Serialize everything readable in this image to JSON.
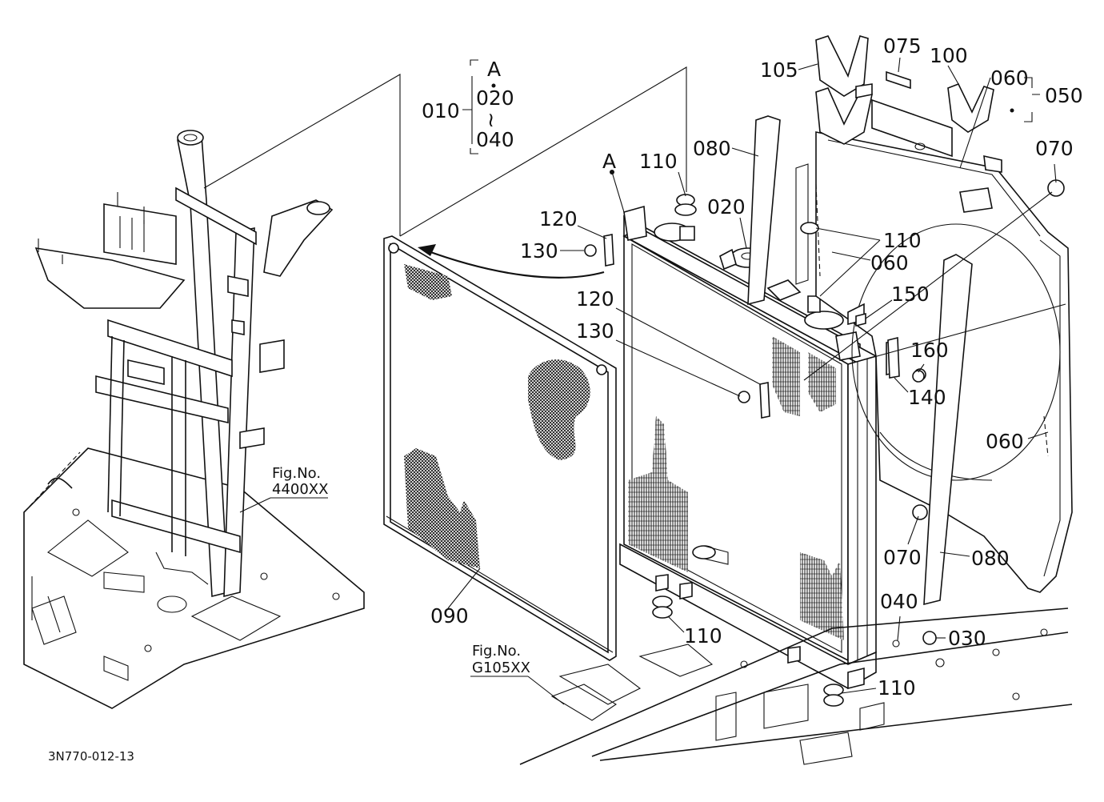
{
  "callouts": {
    "c010": "010",
    "cA_top": "A",
    "c020_top": "020",
    "c040_top": "040",
    "c105": "105",
    "c075": "075",
    "c100": "100",
    "c060_top": "060",
    "c050": "050",
    "c070_top": "070",
    "c080_top": "080",
    "c110_top": "110",
    "cA_mark": "A",
    "c120_top": "120",
    "c130_top": "130",
    "c020_mid": "020",
    "c110_mid": "110",
    "c060_mid": "060",
    "c120_mid": "120",
    "c130_mid": "130",
    "c150": "150",
    "c160": "160",
    "c140": "140",
    "c060_low": "060",
    "c070_low": "070",
    "c080_low": "080",
    "c040_low": "040",
    "c030": "030",
    "c090": "090",
    "c110_low1": "110",
    "c110_low2": "110",
    "tilde": "≀"
  },
  "figrefs": {
    "left_title": "Fig.No.",
    "left_number": "4400XX",
    "bottom_title": "Fig.No.",
    "bottom_number": "G105XX"
  },
  "drawing_id": "3N770-012-13"
}
